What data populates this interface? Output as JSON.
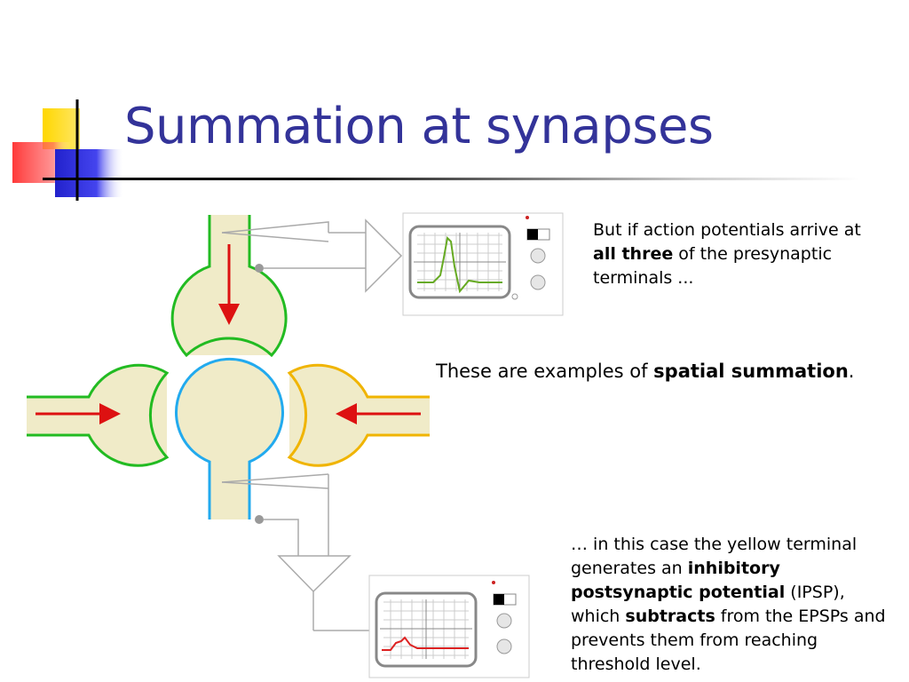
{
  "title": "Summation at synapses",
  "note_top": {
    "part1": "But if action potentials arrive at ",
    "bold1": "all three",
    "part2": " of the presynaptic terminals ..."
  },
  "note_middle": {
    "part1": "These are examples of ",
    "bold1": "spatial summation",
    "part2": "."
  },
  "note_bottom": {
    "part1": "… in this case the yellow terminal generates an ",
    "bold1": "inhibitory postsynaptic potential",
    "part2": " (IPSP), which ",
    "bold2": "subtracts",
    "part3": " from the EPSPs and prevents them from reaching threshold level."
  },
  "colors": {
    "title": "#333399",
    "excitatory_terminal": "#22bb22",
    "inhibitory_terminal": "#f0b400",
    "postsynaptic_cell": "#22aaee",
    "cytoplasm": "#f0ebc8",
    "arrow": "#dd1111",
    "presynaptic_trace": "#66aa22",
    "postsynaptic_trace": "#dd2222",
    "deco_yellow": "#ffd700",
    "deco_blue": "#3333cc",
    "deco_red": "#ff3333"
  },
  "icons": [
    "oscilloscope-icon",
    "amplifier-icon",
    "electrode-icon",
    "signal-arrow-icon"
  ]
}
